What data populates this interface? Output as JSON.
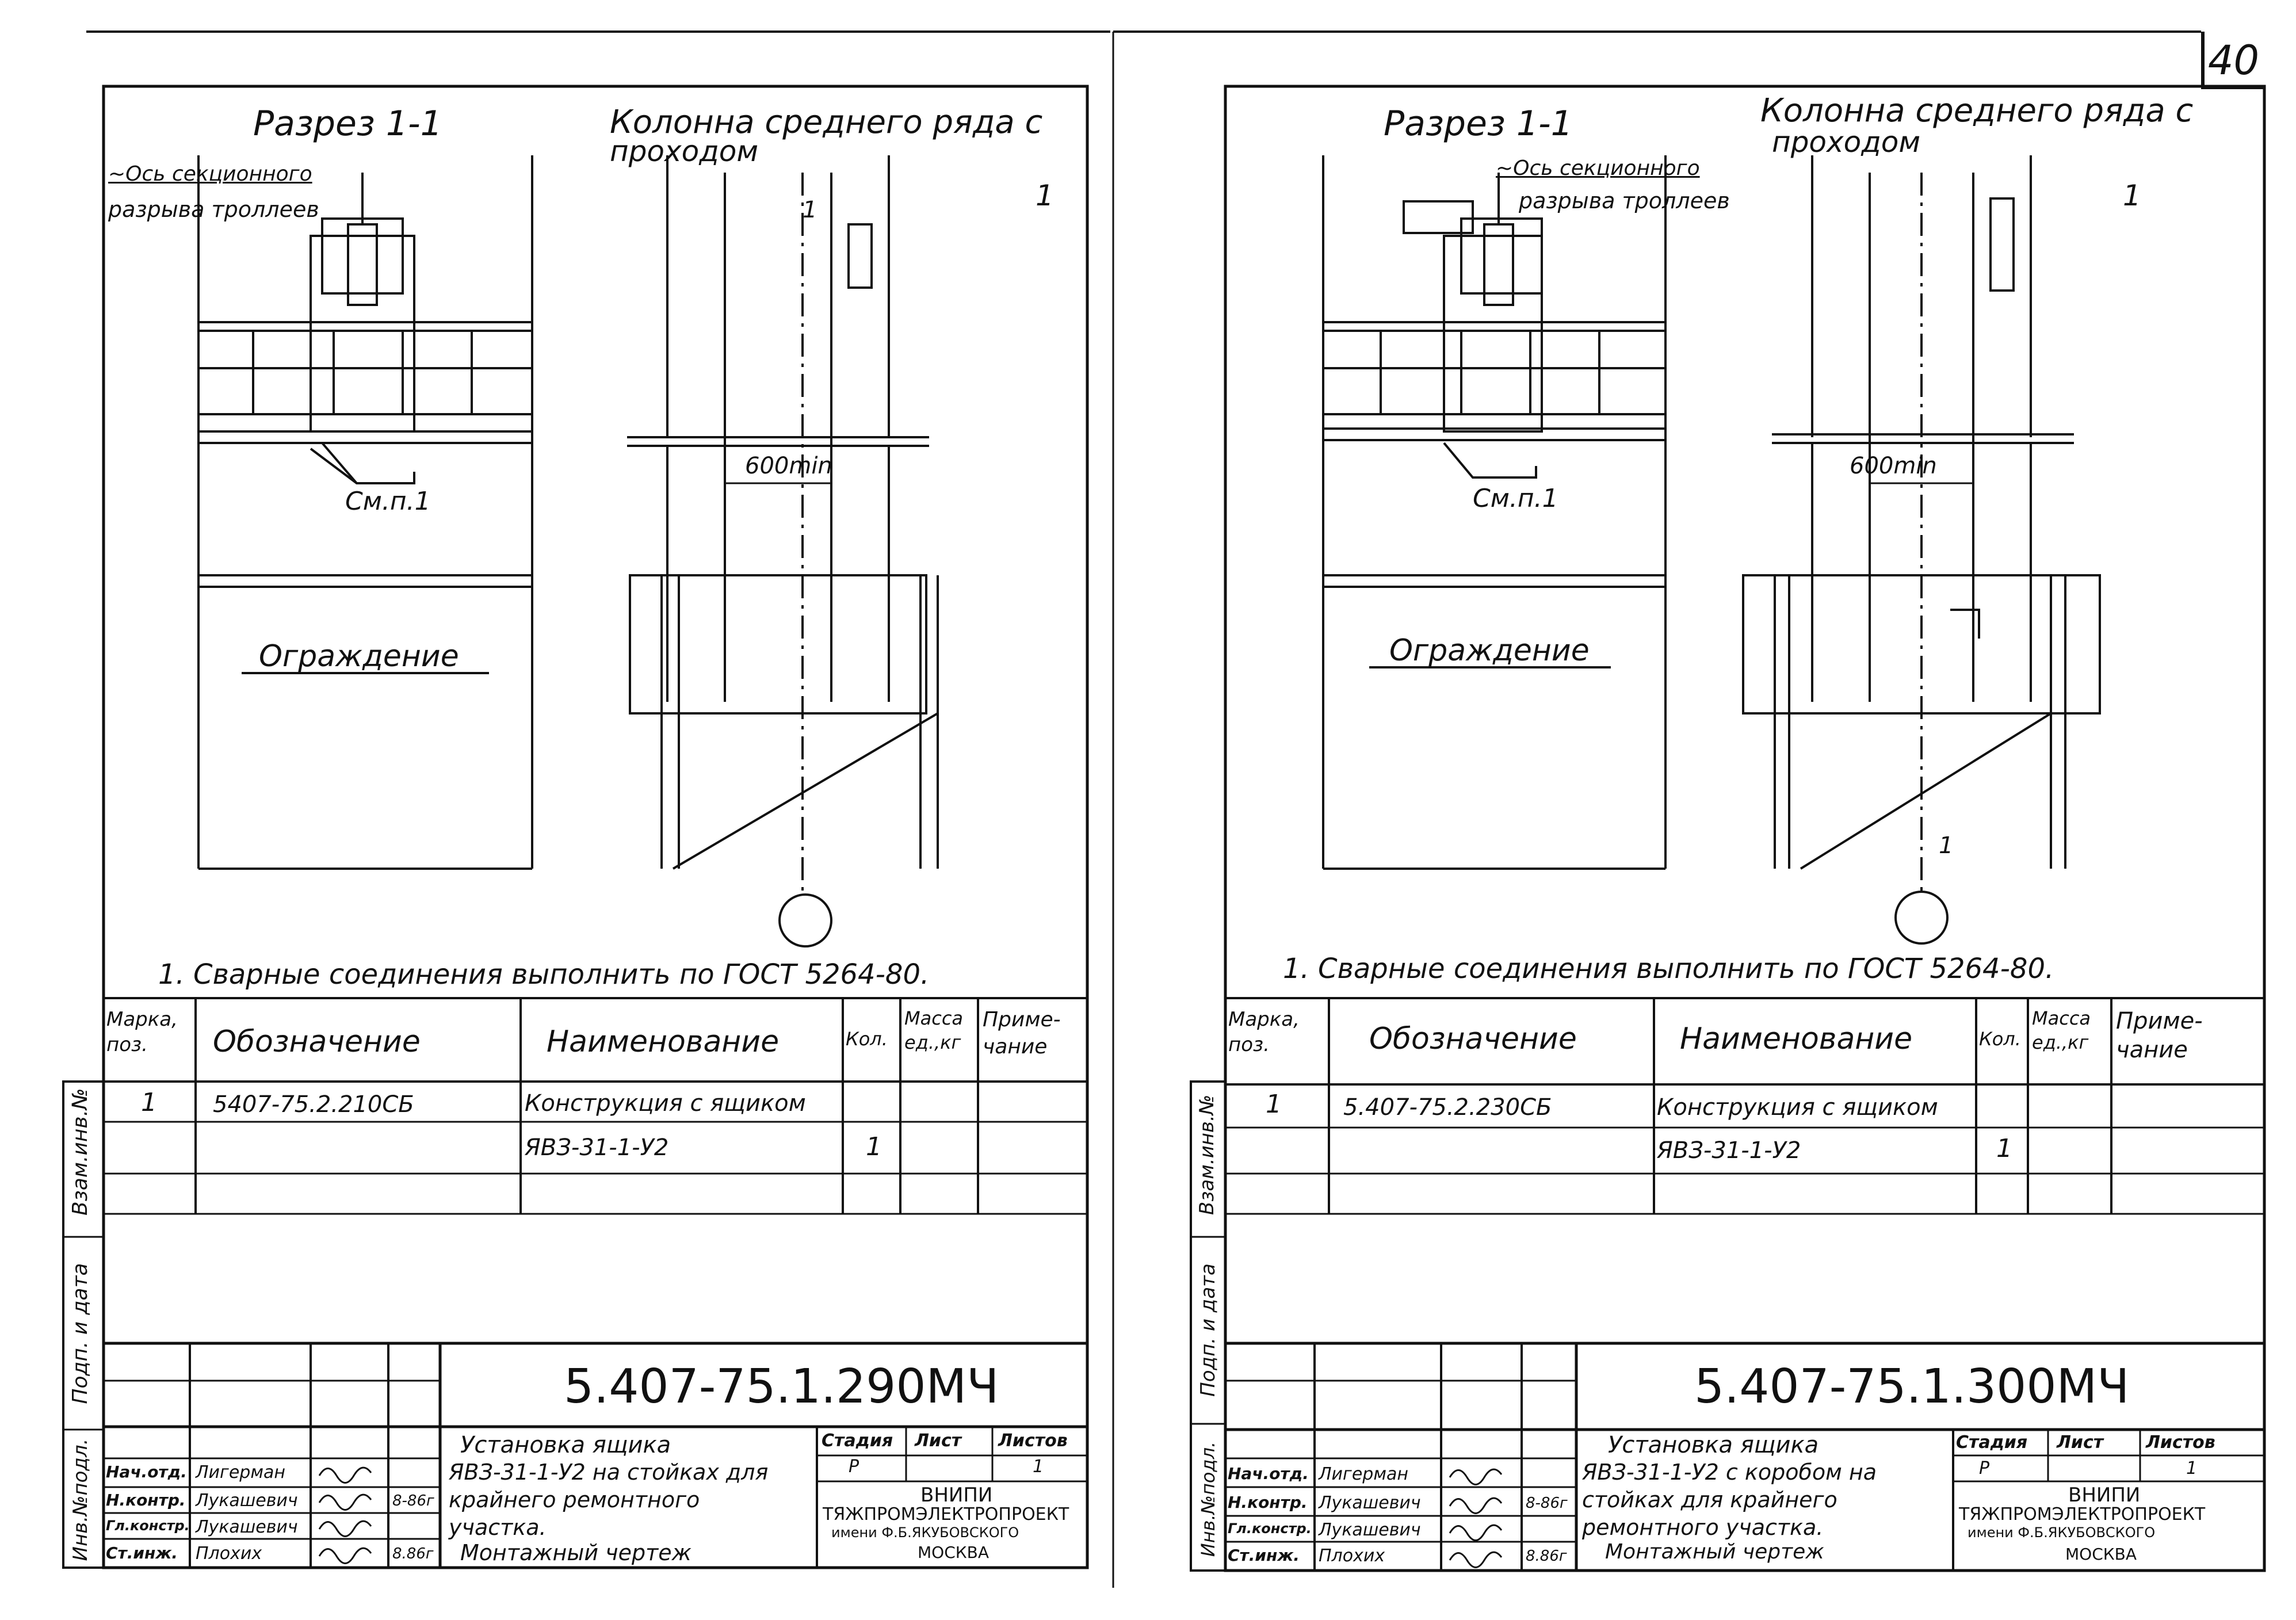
{
  "page_number": "40",
  "sheets": [
    {
      "section_title": "Разрез 1-1",
      "column_title_line1": "Колонна среднего ряда с",
      "column_title_line2": "проходом",
      "axis_label_line1": "~Ось секционного",
      "axis_label_line2": "разрыва троллеев",
      "ref_see": "См.п.1",
      "fence_label": "Ограждение",
      "dim_600": "600min",
      "pos_callout": "1",
      "section_mark": "1",
      "note": "1. Сварные соединения выполнить по ГОСТ 5264-80.",
      "spec_header": {
        "mark": "Марка, поз.",
        "designation": "Обозначение",
        "name": "Наименование",
        "qty": "Кол.",
        "mass": "Масса ед.,кг",
        "note": "Приме- чание"
      },
      "spec_rows": [
        {
          "mark": "1",
          "designation": "5407-75.2.210СБ",
          "name": "Конструкция с ящиком",
          "qty": ""
        },
        {
          "mark": "",
          "designation": "",
          "name": "ЯВЗ-31-1-У2",
          "qty": "1"
        }
      ],
      "side_labels": [
        "Взам.инв.№",
        "Подп. и дата",
        "Инв.№подл."
      ],
      "doc_code": "5.407-75.1.290МЧ",
      "doc_title_lines": [
        "Установка ящика",
        "ЯВЗ-31-1-У2 на стойках для",
        "крайнего ремонтного",
        "участка.",
        "Монтажный чертеж"
      ],
      "staff": [
        {
          "role": "Нач.отд.",
          "name": "Лигерман",
          "date": ""
        },
        {
          "role": "Н.контр.",
          "name": "Лукашевич",
          "date": "8-86г"
        },
        {
          "role": "Гл.констр.",
          "name": "Лукашевич",
          "date": ""
        },
        {
          "role": "Ст.инж.",
          "name": "Плохих",
          "date": "8.86г"
        }
      ],
      "stage_header": {
        "stage": "Стадия",
        "sheet": "Лист",
        "sheets": "Листов"
      },
      "stage_values": {
        "stage": "Р",
        "sheet": "",
        "sheets": "1"
      },
      "org_lines": [
        "ВНИПИ",
        "ТЯЖПРОМЭЛЕКТРОПРОЕКТ",
        "имени Ф.Б.ЯКУБОВСКОГО",
        "МОСКВА"
      ]
    },
    {
      "section_title": "Разрез 1-1",
      "column_title_line1": "Колонна среднего ряда с",
      "column_title_line2": "проходом",
      "axis_label_line1": "~Ось секционного",
      "axis_label_line2": "разрыва троллеев",
      "ref_see": "См.п.1",
      "fence_label": "Ограждение",
      "dim_600": "600min",
      "pos_callout": "1",
      "section_mark": "1",
      "note": "1. Сварные соединения выполнить по ГОСТ 5264-80.",
      "spec_header": {
        "mark": "Марка, поз.",
        "designation": "Обозначение",
        "name": "Наименование",
        "qty": "Кол.",
        "mass": "Масса ед.,кг",
        "note": "Приме- чание"
      },
      "spec_rows": [
        {
          "mark": "1",
          "designation": "5.407-75.2.230СБ",
          "name": "Конструкция с ящиком",
          "qty": ""
        },
        {
          "mark": "",
          "designation": "",
          "name": "ЯВЗ-31-1-У2",
          "qty": "1"
        }
      ],
      "side_labels": [
        "Взам.инв.№",
        "Подп. и дата",
        "Инв.№подл."
      ],
      "doc_code": "5.407-75.1.300МЧ",
      "doc_title_lines": [
        "Установка ящика",
        "ЯВЗ-31-1-У2 с коробом на",
        "стойках для крайнего",
        "ремонтного участка.",
        "Монтажный чертеж"
      ],
      "staff": [
        {
          "role": "Нач.отд.",
          "name": "Лигерман",
          "date": ""
        },
        {
          "role": "Н.контр.",
          "name": "Лукашевич",
          "date": "8-86г"
        },
        {
          "role": "Гл.констр.",
          "name": "Лукашевич",
          "date": ""
        },
        {
          "role": "Ст.инж.",
          "name": "Плохих",
          "date": "8.86г"
        }
      ],
      "stage_header": {
        "stage": "Стадия",
        "sheet": "Лист",
        "sheets": "Листов"
      },
      "stage_values": {
        "stage": "Р",
        "sheet": "",
        "sheets": "1"
      },
      "org_lines": [
        "ВНИПИ",
        "ТЯЖПРОМЭЛЕКТРОПРОЕКТ",
        "имени Ф.Б.ЯКУБОВСКОГО",
        "МОСКВА"
      ]
    }
  ]
}
